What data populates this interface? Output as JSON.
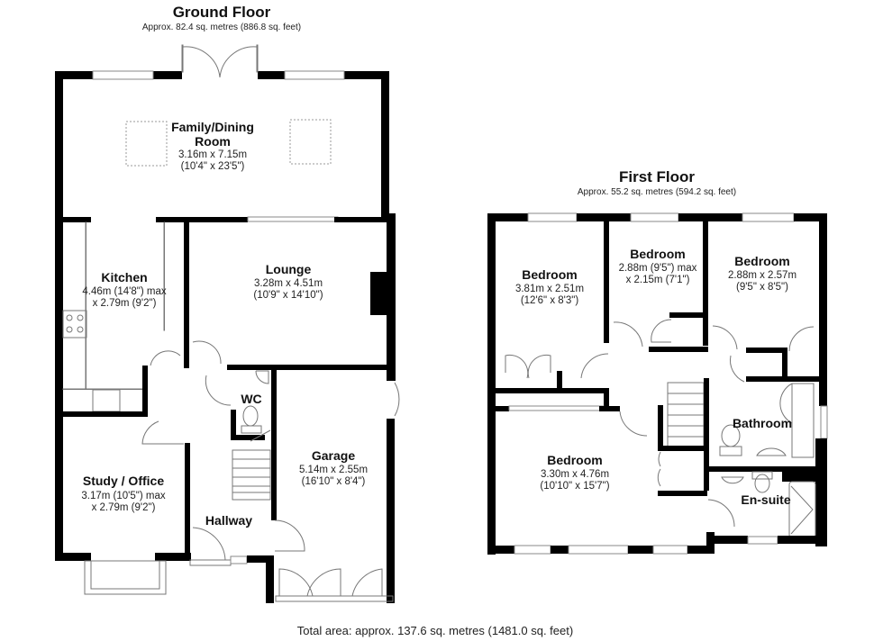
{
  "ground_floor": {
    "title": "Ground Floor",
    "area": "Approx. 82.4 sq. metres (886.8 sq. feet)",
    "rooms": [
      {
        "name_line1": "Family/Dining",
        "name_line2": "Room",
        "dim1": "3.16m x 7.15m",
        "dim2": "(10'4\" x 23'5\")"
      },
      {
        "name": "Kitchen",
        "dim1": "4.46m (14'8\") max",
        "dim2": "x 2.79m (9'2\")"
      },
      {
        "name": "Lounge",
        "dim1": "3.28m x 4.51m",
        "dim2": "(10'9\" x 14'10\")"
      },
      {
        "name": "WC"
      },
      {
        "name": "Study / Office",
        "dim1": "3.17m (10'5\") max",
        "dim2": "x 2.79m (9'2\")"
      },
      {
        "name": "Garage",
        "dim1": "5.14m x 2.55m",
        "dim2": "(16'10\" x 8'4\")"
      },
      {
        "name": "Hallway"
      }
    ]
  },
  "first_floor": {
    "title": "First Floor",
    "area": "Approx. 55.2 sq. metres (594.2 sq. feet)",
    "rooms": [
      {
        "name": "Bedroom",
        "dim1": "3.81m x 2.51m",
        "dim2": "(12'6\" x 8'3\")"
      },
      {
        "name": "Bedroom",
        "dim1": "2.88m (9'5\") max",
        "dim2": "x 2.15m (7'1\")"
      },
      {
        "name": "Bedroom",
        "dim1": "2.88m x 2.57m",
        "dim2": "(9'5\" x 8'5\")"
      },
      {
        "name": "Bathroom"
      },
      {
        "name": "Bedroom",
        "dim1": "3.30m x 4.76m",
        "dim2": "(10'10\" x 15'7\")"
      },
      {
        "name": "En-suite"
      }
    ]
  },
  "total_area": "Total area: approx. 137.6 sq. metres (1481.0 sq. feet)"
}
